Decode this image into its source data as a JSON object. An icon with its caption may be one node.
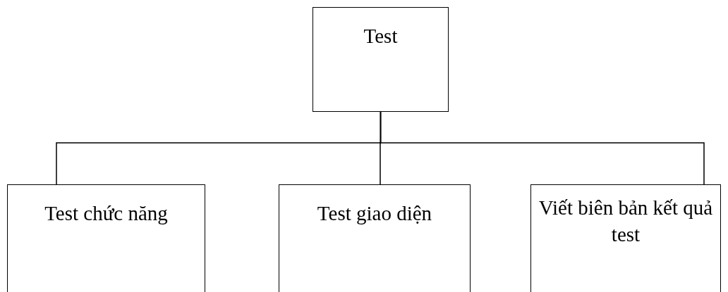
{
  "diagram": {
    "nodes": [
      {
        "text": [
          "Test"
        ]
      },
      {
        "text": [
          "Test chức năng"
        ]
      },
      {
        "text": [
          "Test giao diện"
        ]
      },
      {
        "text": [
          "Viết biên bản kết quả test"
        ]
      }
    ],
    "edges": [
      {
        "from": 0,
        "to": 1,
        "arrow": "none"
      },
      {
        "from": 0,
        "to": 2,
        "arrow": "none"
      },
      {
        "from": 0,
        "to": 3,
        "arrow": "none"
      }
    ]
  }
}
